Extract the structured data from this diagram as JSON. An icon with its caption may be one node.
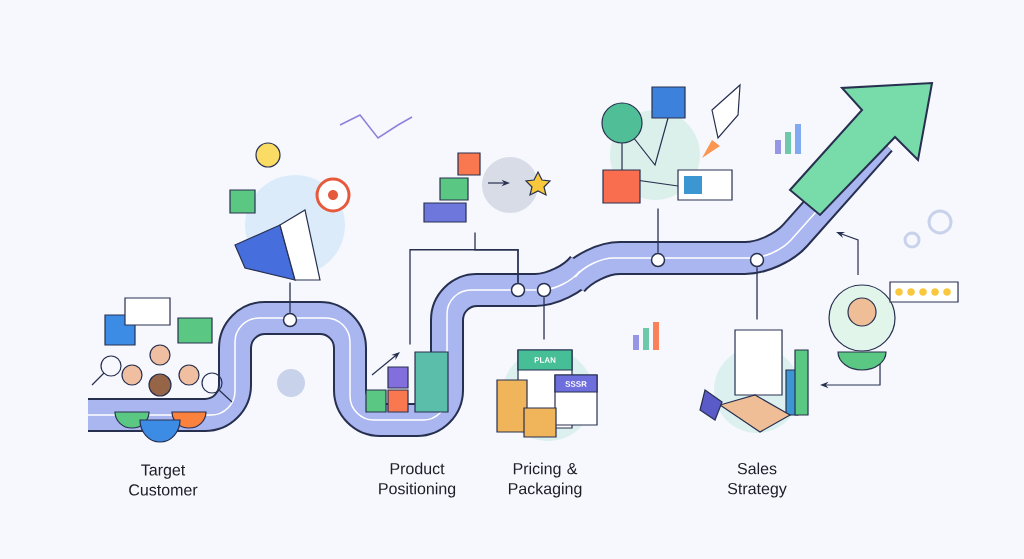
{
  "diagram": {
    "nodes": [
      {
        "text": [
          "Target Customer"
        ]
      },
      {
        "text": [
          "Product Positioning"
        ]
      },
      {
        "text": [
          "Pricing & Packaging"
        ]
      },
      {
        "text": [
          "Sales Strategy"
        ]
      },
      {
        "text": [],
        "shape": "circle"
      },
      {
        "text": [],
        "shape": "circle"
      },
      {
        "text": [],
        "shape": "circle"
      },
      {
        "text": [],
        "shape": "circle"
      },
      {
        "text": [],
        "shape": "circle"
      },
      {
        "text": [],
        "shape": "picture"
      },
      {
        "text": [],
        "shape": "picture"
      },
      {
        "text": [],
        "shape": "picture"
      },
      {
        "text": [],
        "shape": "picture"
      },
      {
        "text": [],
        "shape": "picture"
      },
      {
        "text": [],
        "shape": "picture"
      }
    ],
    "edges": [
      {
        "from": 4,
        "to": 9,
        "arrow": "none"
      },
      {
        "from": 5,
        "to": 10,
        "arrow": "none"
      },
      {
        "from": 5,
        "to": 11,
        "arrow": "none"
      },
      {
        "from": 6,
        "to": 12,
        "arrow": "none"
      },
      {
        "from": 7,
        "to": 13,
        "arrow": "none"
      },
      {
        "from": 8,
        "to": 14,
        "arrow": "none"
      }
    ],
    "labels": [
      "PLAN",
      "SSSR"
    ]
  }
}
